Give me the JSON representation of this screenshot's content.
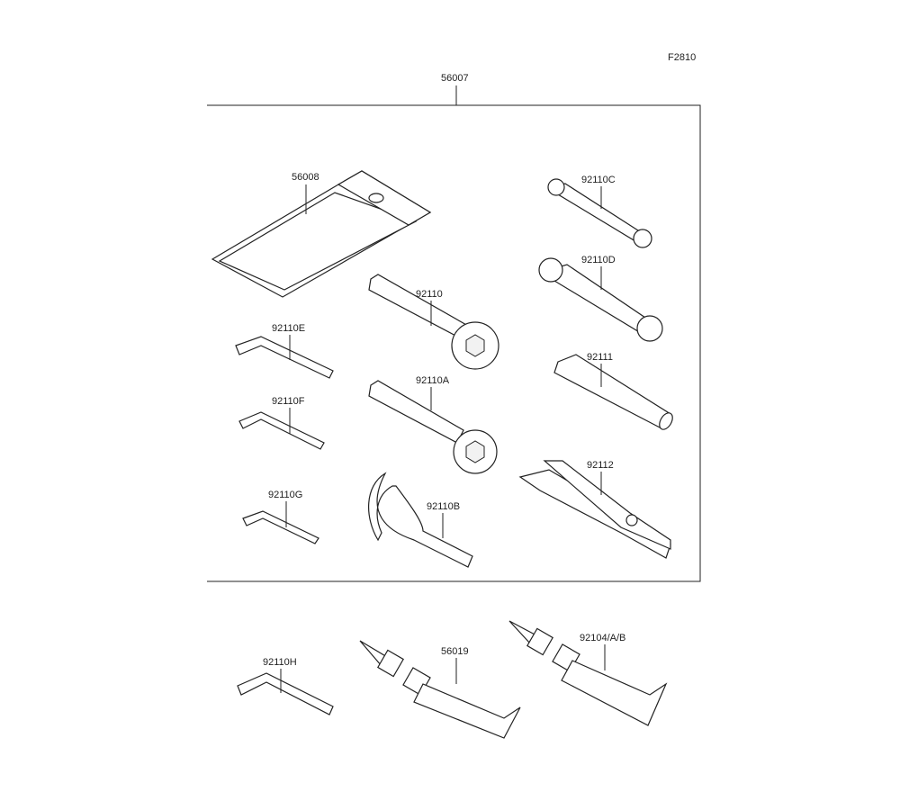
{
  "diagram_id": "F2810",
  "kit_label": "56007",
  "parts": {
    "bag": "56008",
    "wrench_c": "92110C",
    "wrench_d": "92110D",
    "ring_wrench": "92110",
    "hex_e": "92110E",
    "extension": "92111",
    "hex_f": "92110F",
    "ring_wrench_a": "92110A",
    "pliers": "92112",
    "hex_g": "92110G",
    "hook_wrench": "92110B",
    "hex_h": "92110H",
    "tube_1": "56019",
    "tube_2": "92104/A/B"
  }
}
